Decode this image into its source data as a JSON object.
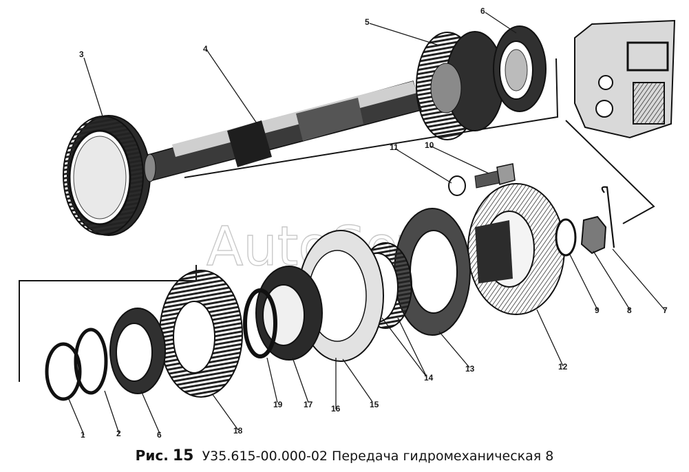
{
  "caption": {
    "figure_prefix": "Рис.",
    "figure_number": "15",
    "text": "У35.615-00.000-02 Передача гидромеханическая 8"
  },
  "watermark": "AutoSoft",
  "callouts": [
    "1",
    "2",
    "3",
    "4",
    "5",
    "6",
    "6",
    "7",
    "8",
    "9",
    "10",
    "11",
    "12",
    "13",
    "14",
    "15",
    "16",
    "17",
    "18",
    "19"
  ],
  "colors": {
    "ink": "#151515",
    "paper": "#ffffff",
    "watermark": "#c9c9c9"
  }
}
